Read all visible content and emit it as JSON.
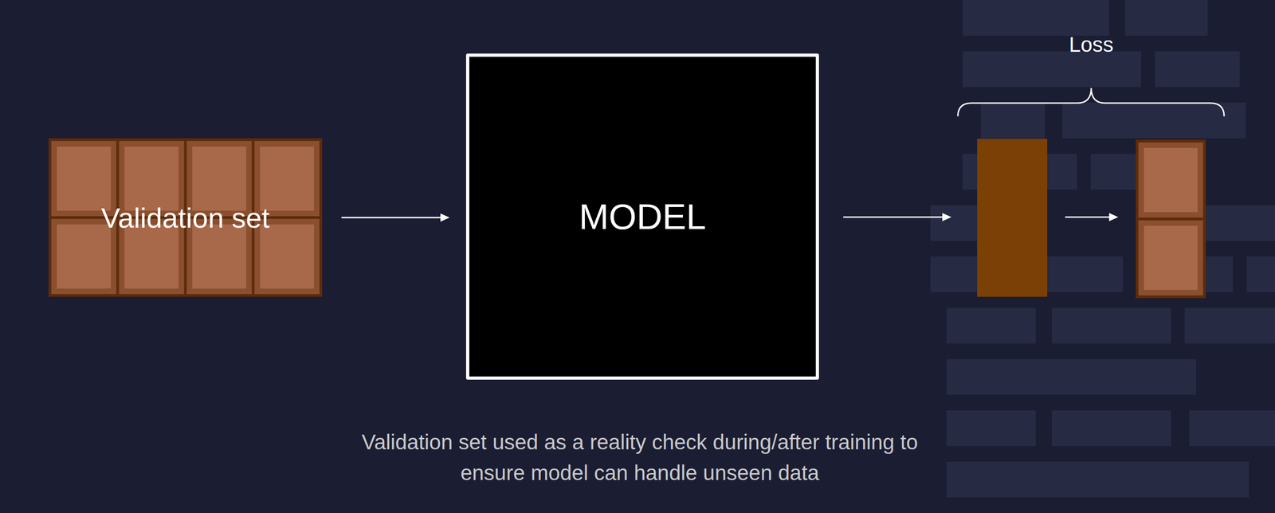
{
  "diagram": {
    "caption": "Validation set used as a reality check during/after training to ensure model can handle unseen data",
    "nodes": [
      {
        "text": [
          "Validation set"
        ]
      },
      {
        "text": [
          "MODEL"
        ]
      }
    ],
    "edges": [
      {
        "from": 0,
        "to": 1,
        "arrow": "to"
      }
    ],
    "labels": [
      "Loss"
    ]
  }
}
